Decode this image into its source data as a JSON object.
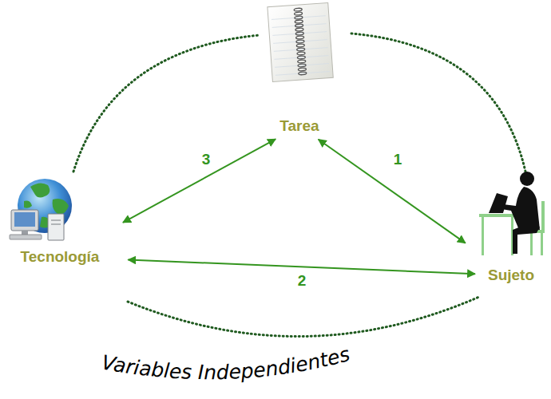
{
  "diagram": {
    "nodes": [
      {
        "text": [
          "Tarea"
        ]
      },
      {
        "text": [
          "Tecnología"
        ]
      },
      {
        "text": [
          "Sujeto"
        ]
      }
    ],
    "edges": [
      {
        "from": 2,
        "to": 0,
        "label": "1",
        "arrow": "both"
      },
      {
        "from": 1,
        "to": 2,
        "label": "2",
        "arrow": "both"
      },
      {
        "from": 1,
        "to": 0,
        "label": "3",
        "arrow": "both"
      }
    ],
    "labels": [
      "Variables Independientes"
    ]
  }
}
